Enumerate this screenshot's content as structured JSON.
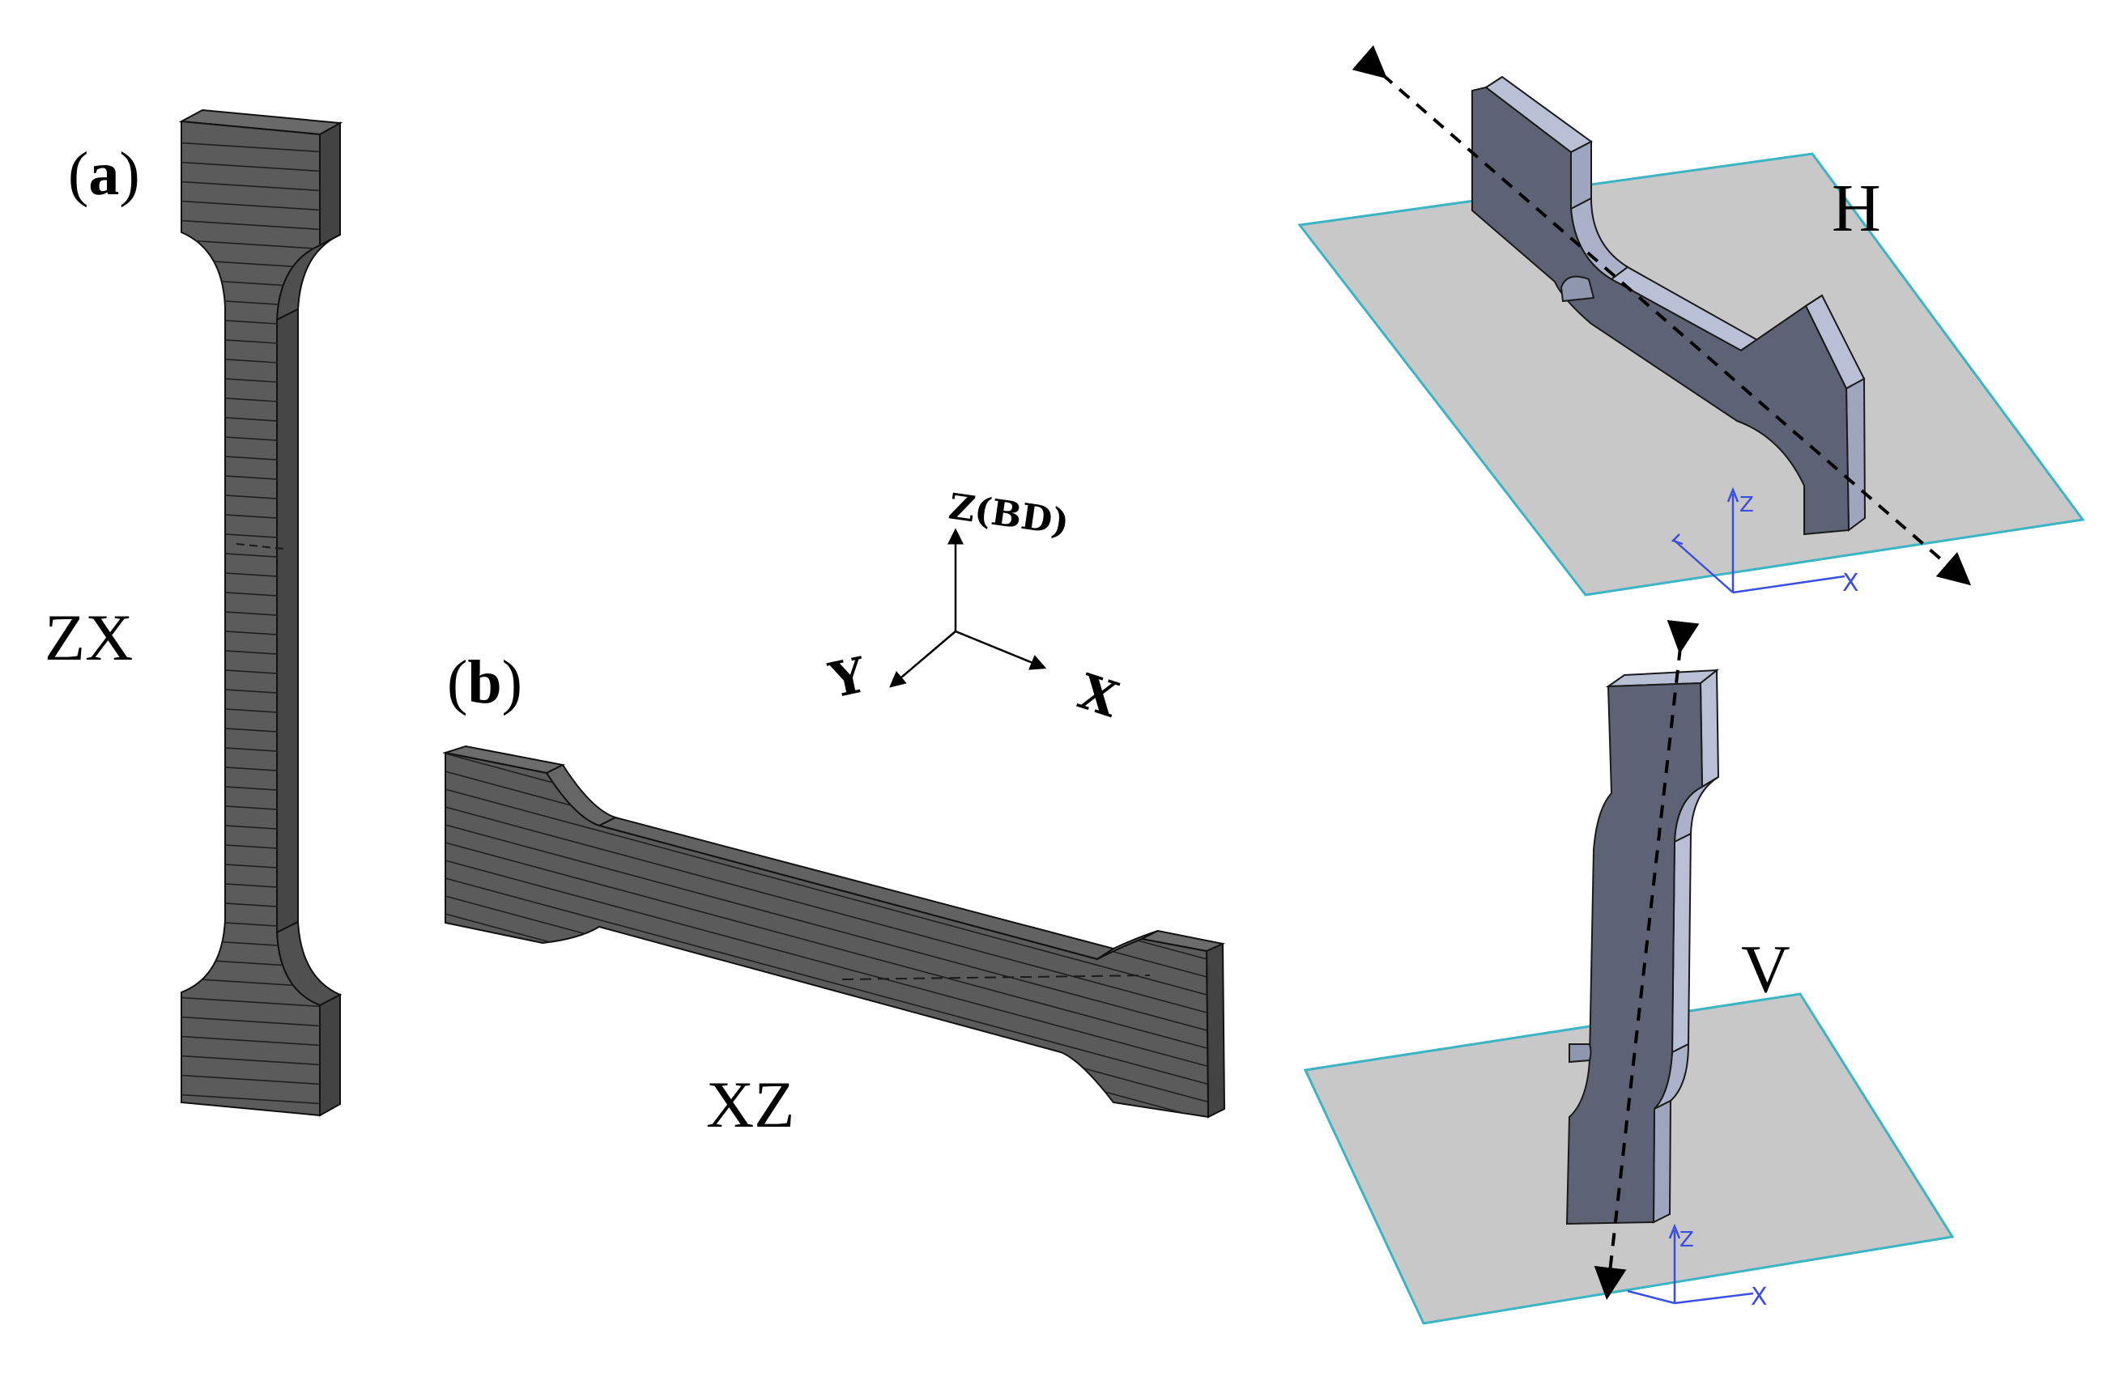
{
  "panels": {
    "a": {
      "open": "(",
      "letter": "a",
      "close": ")",
      "specimen_label": "ZX"
    },
    "b": {
      "open": "(",
      "letter": "b",
      "close": ")",
      "specimen_label": "XZ"
    }
  },
  "axes": {
    "z_label": "Z(BD)",
    "x_label": "X",
    "y_label": "Y"
  },
  "orientations": {
    "horizontal": {
      "label": "H",
      "small_z": "Z",
      "small_x": "X"
    },
    "vertical": {
      "label": "V",
      "small_z": "Z",
      "small_x": "X"
    }
  },
  "colors": {
    "layered_face": "#5b5b5b",
    "layered_side": "#4a4a4a",
    "layer_line": "#1f1f1f",
    "cad_face": "#5d6375",
    "cad_side": "#9ea6bf",
    "cad_top": "#b9c0d6",
    "plate_fill": "#c8c8c8",
    "plate_edge": "#3bb5c6",
    "triad_blue": "#3a4fe0"
  }
}
